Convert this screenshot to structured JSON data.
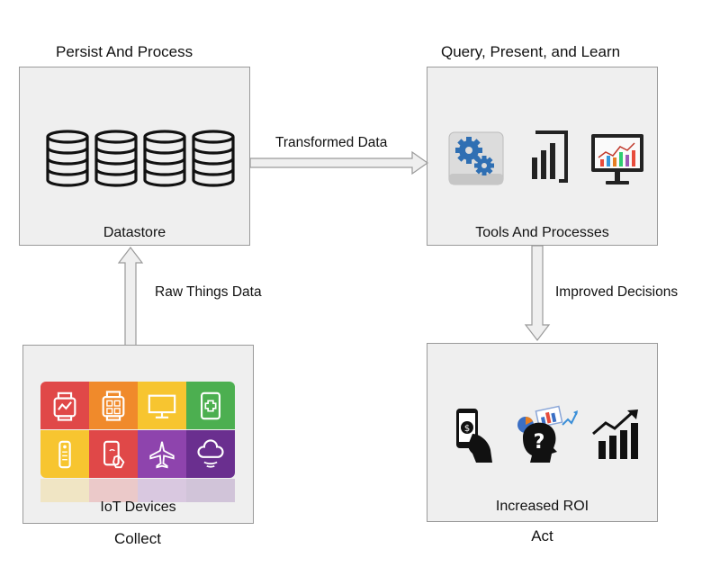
{
  "stages": {
    "persist": {
      "title": "Persist And Process",
      "label": "Datastore"
    },
    "query": {
      "title": "Query, Present, and Learn",
      "label": "Tools And Processes"
    },
    "collect": {
      "title": "Collect",
      "label": "IoT Devices"
    },
    "act": {
      "title": "Act",
      "label": "Increased ROI"
    }
  },
  "arrows": {
    "transformed": "Transformed Data",
    "raw": "Raw Things Data",
    "improved": "Improved Decisions"
  },
  "iot_tiles": [
    {
      "icon": "smartwatch-chart-icon",
      "color": "#e04848"
    },
    {
      "icon": "smartwatch-apps-icon",
      "color": "#f08a2b"
    },
    {
      "icon": "monitor-icon",
      "color": "#f7c530"
    },
    {
      "icon": "medical-tablet-icon",
      "color": "#4caf50"
    },
    {
      "icon": "remote-control-icon",
      "color": "#f7c530"
    },
    {
      "icon": "phone-touch-icon",
      "color": "#e04848"
    },
    {
      "icon": "airplane-icon",
      "color": "#8e44ad"
    },
    {
      "icon": "cloud-wifi-icon",
      "color": "#6a2f8f"
    }
  ]
}
